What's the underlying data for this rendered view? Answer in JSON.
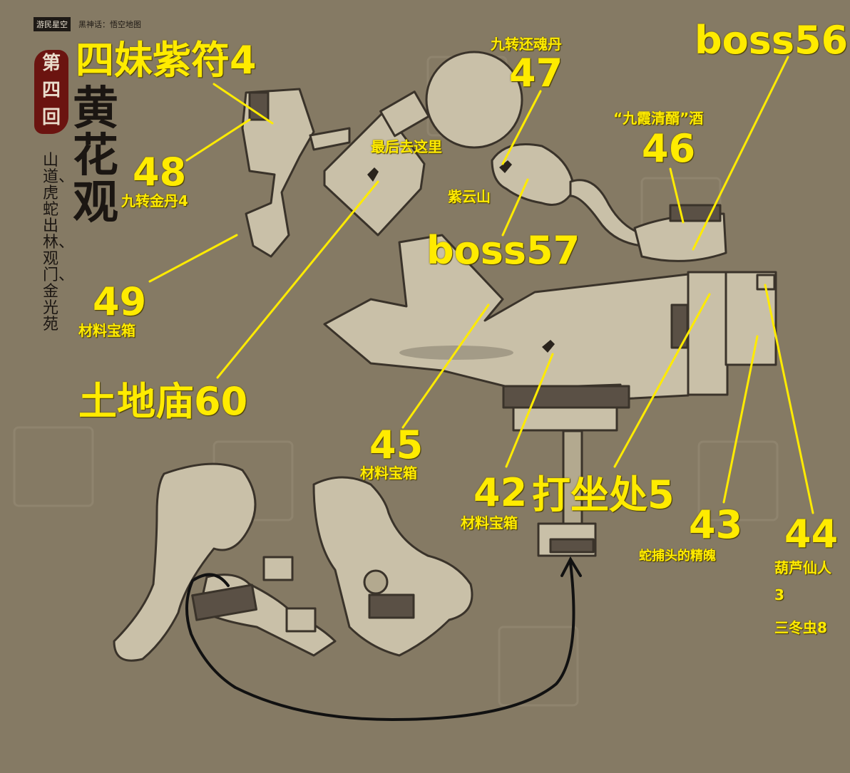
{
  "header": {
    "brand": "游民星空",
    "subtitle": "黑神话：悟空地图"
  },
  "chapter": {
    "seal": "第四回",
    "title": "黄花观",
    "areas": "山道、虎蛇出林、观门、金光苑"
  },
  "labels": {
    "l_4mei": "四妹紫符4",
    "l_boss56": "boss56",
    "l_47_top": "九转还魂丹",
    "l_47": "47",
    "l_zuihou": "最后去这里",
    "l_46_top": "“九霞清醑”酒",
    "l_46": "46",
    "l_48": "48",
    "l_48_sub": "九转金丹4",
    "l_ziyun": "紫云山",
    "l_boss57": "boss57",
    "l_49": "49",
    "l_49_sub": "材料宝箱",
    "l_tudi": "土地庙60",
    "l_45": "45",
    "l_45_sub": "材料宝箱",
    "l_42": "42",
    "l_42_sub": "材料宝箱",
    "l_dazuo": "打坐处5",
    "l_43": "43",
    "l_43_sub": "蛇捕头的精魄",
    "l_44": "44",
    "l_44_sub1": "葫芦仙人",
    "l_44_sub2": "3",
    "l_44_sub3": "三冬虫8"
  },
  "colors": {
    "background": "#857a64",
    "map_floor": "#c9c0a8",
    "map_outline": "#3a332a",
    "annotation": "#ffeb00",
    "route_arrow": "#111111"
  }
}
